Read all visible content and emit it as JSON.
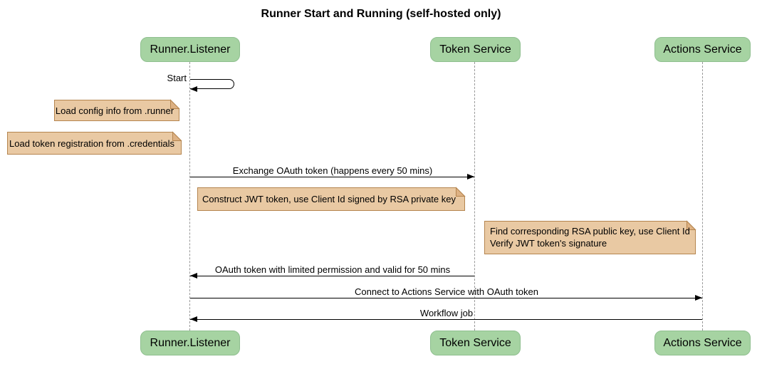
{
  "title": "Runner Start and Running (self-hosted only)",
  "participants": [
    {
      "id": "runner-listener",
      "label": "Runner.Listener"
    },
    {
      "id": "token-service",
      "label": "Token Service"
    },
    {
      "id": "actions-service",
      "label": "Actions Service"
    }
  ],
  "messages": [
    {
      "label": "Start",
      "from": "Runner.Listener",
      "to": "Runner.Listener",
      "kind": "self"
    },
    {
      "label": "Exchange OAuth token (happens every 50 mins)",
      "from": "Runner.Listener",
      "to": "Token Service",
      "kind": "arrow"
    },
    {
      "label": "OAuth token with limited permission and valid for 50 mins",
      "from": "Token Service",
      "to": "Runner.Listener",
      "kind": "arrow"
    },
    {
      "label": "Connect to Actions Service with OAuth token",
      "from": "Runner.Listener",
      "to": "Actions Service",
      "kind": "arrow"
    },
    {
      "label": "Workflow job",
      "from": "Actions Service",
      "to": "Runner.Listener",
      "kind": "arrow"
    }
  ],
  "notes": [
    {
      "text": "Load config info from .runner",
      "position": "left of Runner.Listener"
    },
    {
      "text": "Load token registration from .credentials",
      "position": "left of Runner.Listener"
    },
    {
      "text": "Construct JWT token, use Client Id signed by RSA private key",
      "position": "between Runner.Listener and Token Service"
    },
    {
      "lines": [
        "Find corresponding RSA public key, use Client Id",
        "Verify JWT token's signature"
      ],
      "position": "left of Actions Service"
    }
  ],
  "colors": {
    "participant_fill": "#A6D3A2",
    "participant_border": "#8FBF8F",
    "note_fill": "#E9C9A3",
    "note_fold": "#DDB183",
    "note_border": "#B5854F",
    "lifeline": "#999999",
    "arrow": "#000000",
    "background": "#FFFFFF"
  }
}
